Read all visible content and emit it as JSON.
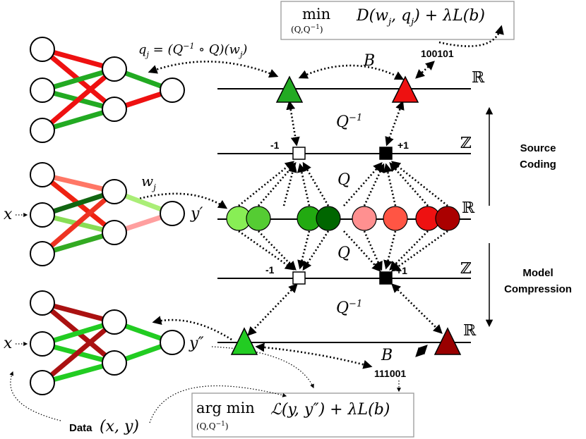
{
  "top_formula": {
    "min": "min",
    "subscript": "(Q,Q",
    "subscript_sup": "−1",
    "subscript_end": ")",
    "body": "D(w",
    "w_sub": "j",
    "mid": ", q",
    "q_sub": "j",
    "tail": ") + λL(b)"
  },
  "bottom_formula": {
    "argmin": "arg min",
    "subscript": "(Q,Q",
    "subscript_sup": "−1",
    "subscript_end": ")",
    "body": "ℒ(y, y″) + λL(b)"
  },
  "labels": {
    "qj_def": "q",
    "qj_sub": "j",
    "qj_rest": " = (Q",
    "qj_sup": "−1",
    "qj_end": " ∘ Q)(w",
    "qj_sub2": "j",
    "qj_close": ")",
    "wj": "w",
    "wj_sub": "j",
    "x_top": "x",
    "x_bottom": "x",
    "y_prime": "y′",
    "y_dprime": "y″",
    "B_top": "B",
    "B_bottom": "B",
    "bits_top": "100101",
    "bits_bottom": "111001",
    "Qinv": "Q",
    "Qinv_sup": "−1",
    "Q": "Q",
    "minus_one": "-1",
    "plus_one": "+1",
    "R": "ℝ",
    "Z": "ℤ",
    "source_coding_1": "Source",
    "source_coding_2": "Coding",
    "model_compression_1": "Model",
    "model_compression_2": "Compression",
    "data_word": "Data",
    "data_math": "(x, y)"
  },
  "colors": {
    "green_bright": "#22cc22",
    "green_light": "#88ee55",
    "green_dark": "#006600",
    "red_bright": "#ee1111",
    "red_light": "#ff9090",
    "red_dark": "#990000"
  }
}
